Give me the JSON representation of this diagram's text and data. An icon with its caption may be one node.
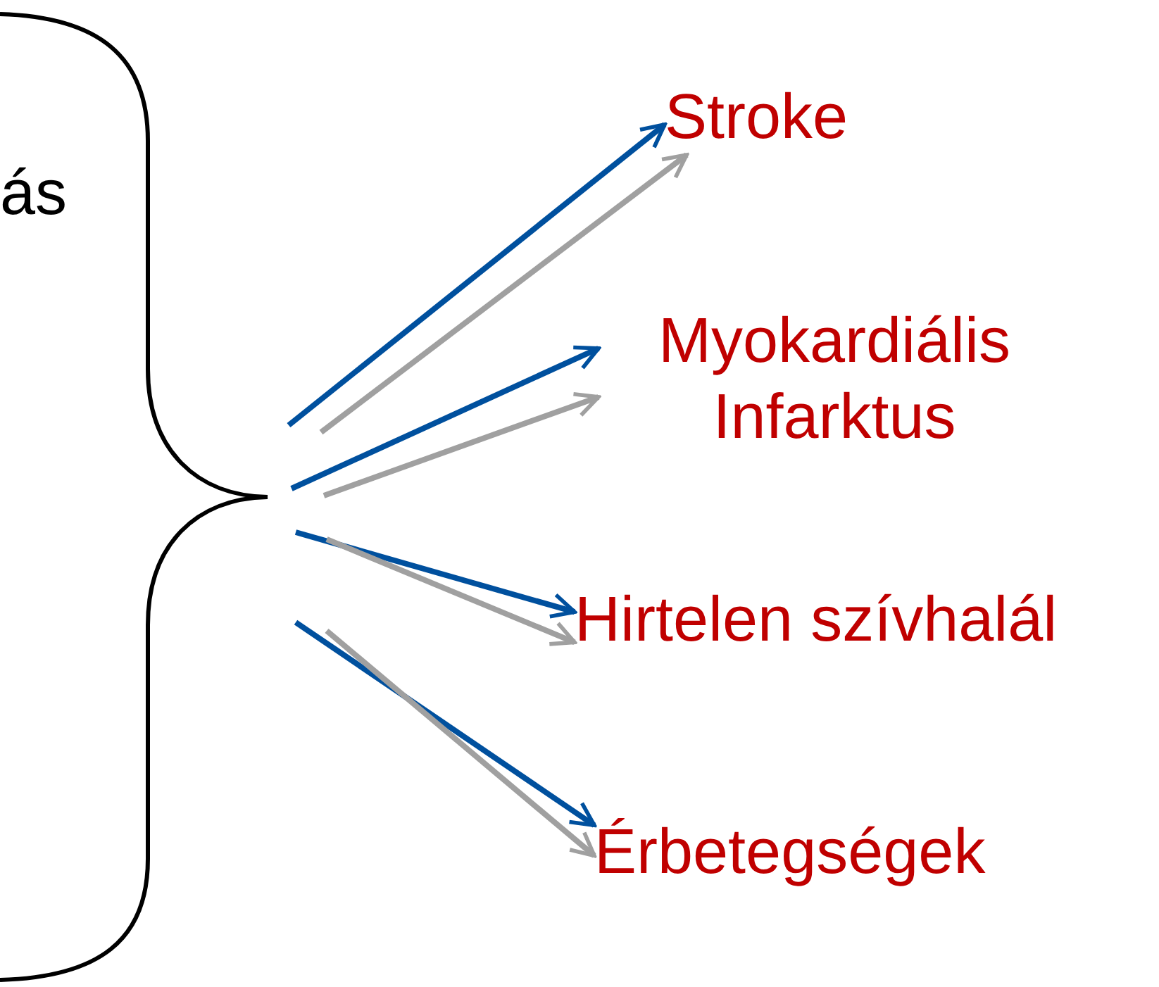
{
  "diagram": {
    "nodes": [
      {
        "text": [
          "Stroke"
        ]
      },
      {
        "text": [
          "Myokardiális Infarktus"
        ]
      },
      {
        "text": [
          "Hirtelen szívhalál"
        ]
      },
      {
        "text": [
          "Érbetegségek"
        ]
      }
    ],
    "edges": [
      {
        "from": null,
        "to": 0,
        "arrow": "to",
        "color": "#00509e"
      },
      {
        "from": null,
        "to": 0,
        "arrow": "to",
        "color": "#a0a0a0"
      },
      {
        "from": null,
        "to": 1,
        "arrow": "to",
        "color": "#00509e"
      },
      {
        "from": null,
        "to": 1,
        "arrow": "to",
        "color": "#a0a0a0"
      },
      {
        "from": null,
        "to": 2,
        "arrow": "to",
        "color": "#00509e"
      },
      {
        "from": null,
        "to": 2,
        "arrow": "to",
        "color": "#a0a0a0"
      },
      {
        "from": null,
        "to": 3,
        "arrow": "to",
        "color": "#00509e"
      },
      {
        "from": null,
        "to": 3,
        "arrow": "to",
        "color": "#a0a0a0"
      }
    ],
    "labels": [
      "ás"
    ]
  }
}
